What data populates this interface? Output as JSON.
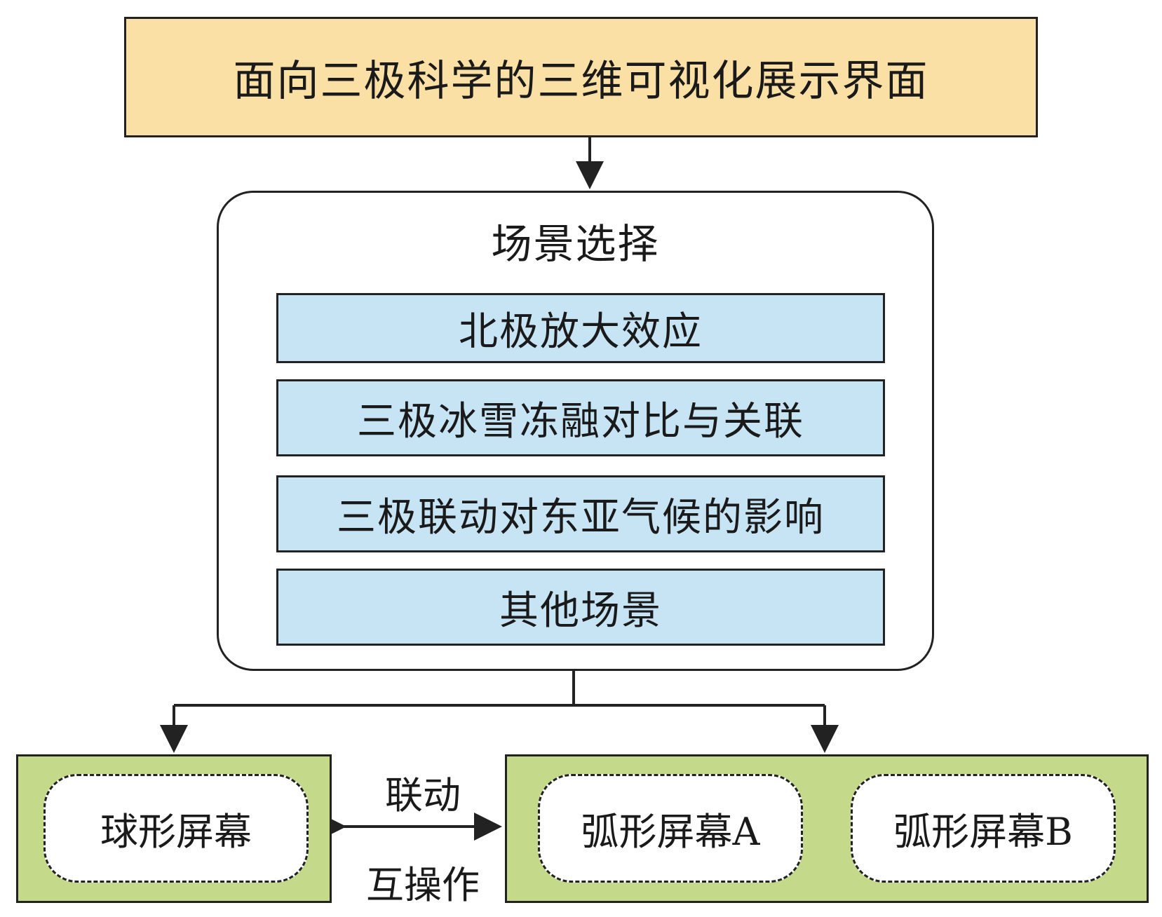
{
  "header": {
    "title": "面向三极科学的三维可视化展示界面"
  },
  "scene_selection": {
    "title": "场景选择",
    "items": [
      {
        "label": "北极放大效应"
      },
      {
        "label": "三极冰雪冻融对比与关联"
      },
      {
        "label": "三极联动对东亚气候的影响"
      },
      {
        "label": "其他场景"
      }
    ]
  },
  "screens": {
    "sphere": {
      "label": "球形屏幕"
    },
    "arc_a": {
      "label": "弧形屏幕A"
    },
    "arc_b": {
      "label": "弧形屏幕B"
    }
  },
  "link": {
    "top_label": "联动",
    "bottom_label": "互操作"
  },
  "colors": {
    "header_fill": "#fbe0a6",
    "scene_item_fill": "#c6e4f4",
    "screen_group_fill": "#c5d98a",
    "stroke": "#222222"
  }
}
